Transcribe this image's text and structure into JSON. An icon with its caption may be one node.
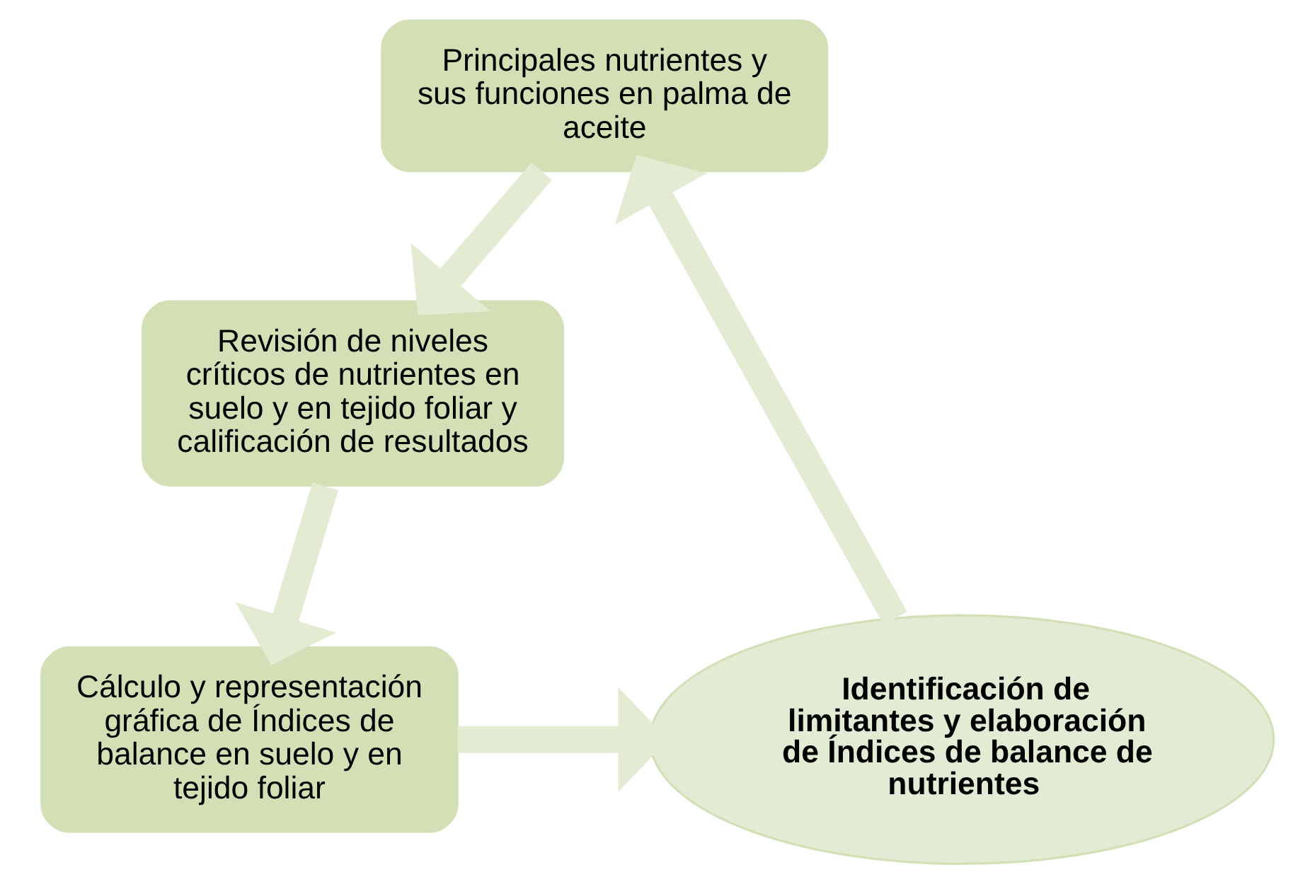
{
  "diagram": {
    "nodes": [
      {
        "text": [
          "Principales nutrientes y sus funciones en palma de aceite"
        ]
      },
      {
        "text": [
          "Revisión de niveles críticos de nutrientes en suelo y en tejido foliar y calificación de resultados"
        ]
      },
      {
        "text": [
          "Identificación de limitantes y elaboración de Índices de balance de nutrientes"
        ]
      },
      {
        "text": [
          "Cálculo y representación gráfica de Índices de balance en suelo y en tejido foliar"
        ]
      }
    ],
    "edges": [
      {
        "from": 0,
        "to": 1,
        "arrow": "to"
      },
      {
        "from": 1,
        "to": 3,
        "arrow": "to"
      },
      {
        "from": 3,
        "to": 2,
        "arrow": "to"
      },
      {
        "from": 2,
        "to": 0,
        "arrow": "to"
      }
    ]
  }
}
